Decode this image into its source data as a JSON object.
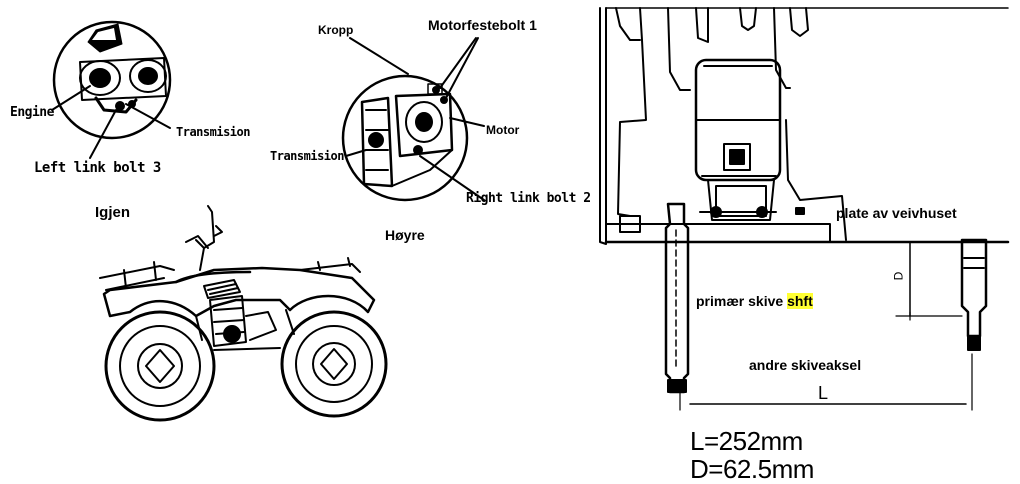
{
  "left_detail": {
    "engine": "Engine",
    "transmission": "Transmision",
    "left_link_bolt": "Left link bolt 3",
    "caption": "Igjen"
  },
  "right_detail": {
    "body": "Kropp",
    "engine_mount_bolt": "Motorfestebolt 1",
    "motor": "Motor",
    "transmission": "Transmision",
    "right_link_bolt": "Right link bolt 2",
    "caption": "Høyre"
  },
  "shaft_diagram": {
    "housing_plate": "plate av veivhuset",
    "primary_shaft_prefix": "primær skive",
    "primary_shaft_highlight": "shft",
    "secondary_shaft": "andre skiveaksel",
    "dim_l": "L",
    "dim_d": "D",
    "spec_l": "L=252mm",
    "spec_d": "D=62.5mm"
  },
  "colors": {
    "highlight": "#ffff33",
    "ink": "#000000",
    "background": "#ffffff"
  }
}
